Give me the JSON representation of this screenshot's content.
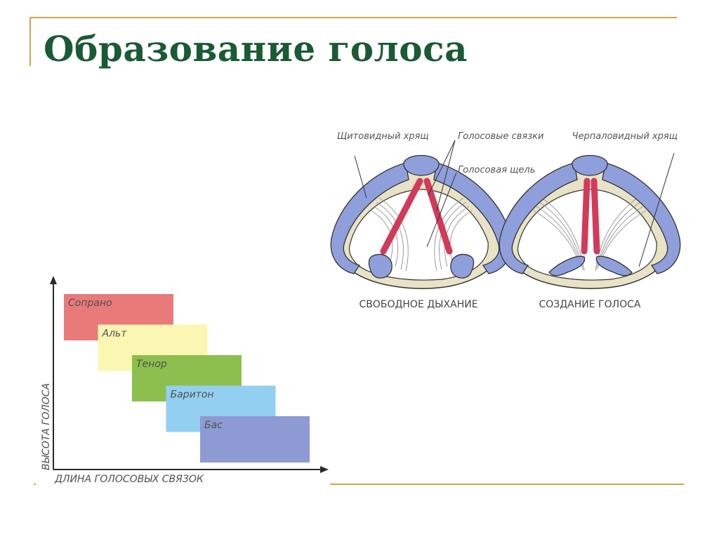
{
  "title": "Образование голоса",
  "chart_data": {
    "type": "range",
    "xlabel": "ДЛИНА ГОЛОСОВЫХ СВЯЗОК",
    "ylabel": "ВЫСОТА ГОЛОСА",
    "categories": [
      "Сопрано",
      "Альт",
      "Тенор",
      "Баритон",
      "Бас"
    ],
    "colors": [
      "#e97a7a",
      "#fbf6b2",
      "#8cbf4e",
      "#93cff0",
      "#8e9ad4"
    ],
    "text_color": "#505050"
  },
  "larynx": {
    "labels": {
      "thyroid": "Щитовидный хрящ",
      "cords": "Голосовые связки",
      "glottis": "Голосовая щель",
      "arytenoid": "Черпаловидный хрящ"
    },
    "captions": {
      "left": "СВОБОДНОЕ ДЫХАНИЕ",
      "right": "СОЗДАНИЕ ГОЛОСА"
    },
    "colors": {
      "cartilage": "#8f9fdc",
      "cord": "#d23a5a",
      "ring": "#e8e2c6",
      "folds": "#9a9a9a"
    }
  }
}
